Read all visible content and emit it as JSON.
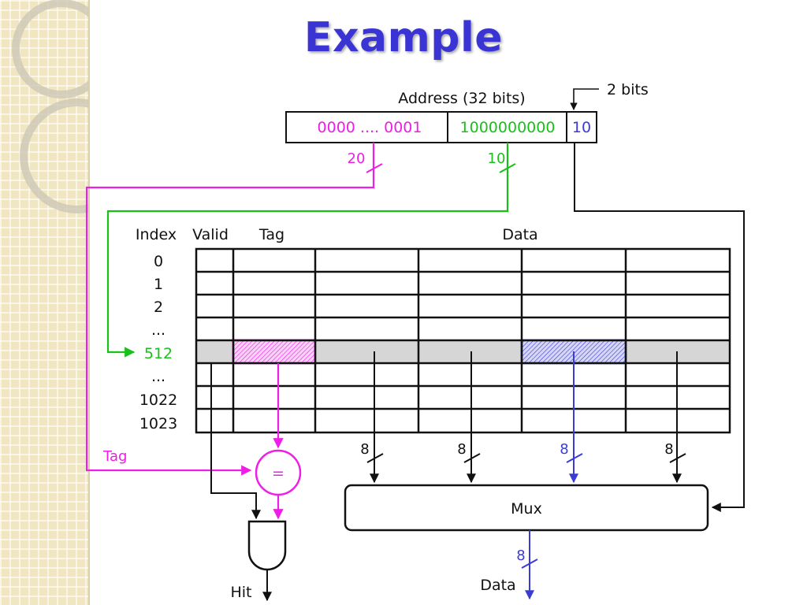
{
  "title": "Example",
  "address": {
    "label": "Address (32 bits)",
    "offset_bits_label": "2 bits",
    "tag_field": "0000 .... 0001",
    "index_field": "1000000000",
    "offset_field": "10",
    "tag_width": "20",
    "index_width": "10"
  },
  "cache": {
    "headers": {
      "index": "Index",
      "valid": "Valid",
      "tag": "Tag",
      "data": "Data"
    },
    "row_labels": [
      "0",
      "1",
      "2",
      "...",
      "512",
      "...",
      "1022",
      "1023"
    ]
  },
  "signals": {
    "tag_input": "Tag",
    "comparator": "=",
    "hit": "Hit",
    "mux": "Mux",
    "data_out": "Data",
    "bus_widths": [
      "8",
      "8",
      "8",
      "8"
    ],
    "out_width": "8"
  },
  "colors": {
    "tag": "#ee1ee8",
    "index": "#19c019",
    "offset": "#3b3bd6",
    "title": "#3b34d4",
    "line": "#111111",
    "selected_row": "#d6d6d6"
  }
}
